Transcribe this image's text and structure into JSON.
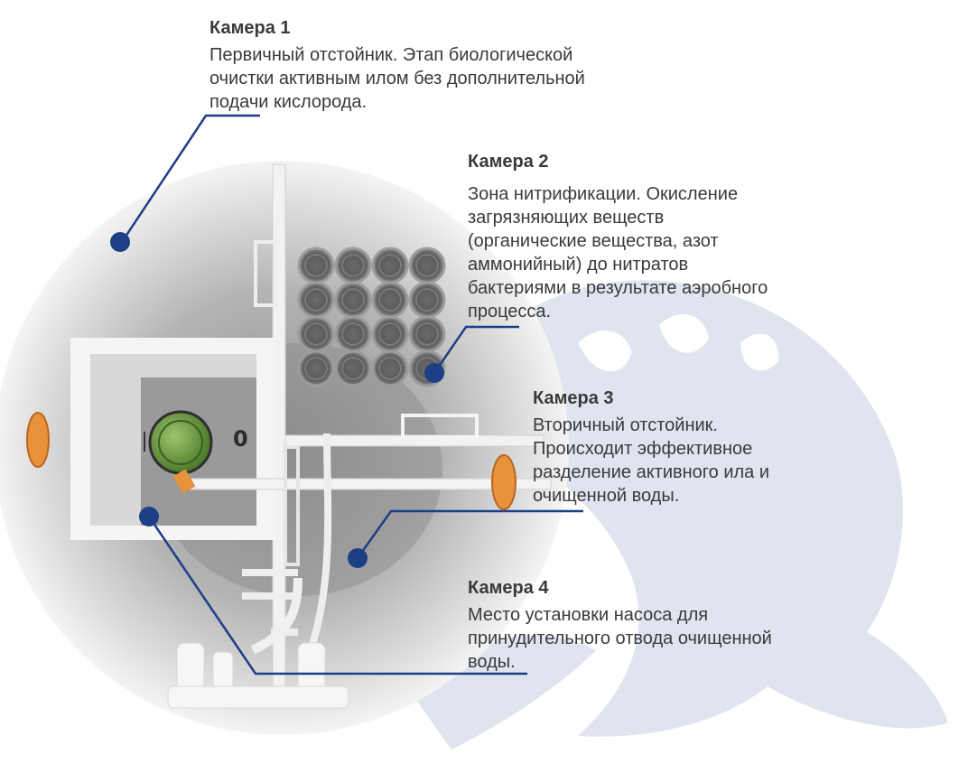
{
  "diagram": {
    "chambers": [
      {
        "title": "Камера 1",
        "description": "Первичный отстойник. Этап биологической\nочистки активным илом без дополнительной\nподачи кислорода."
      },
      {
        "title": "Камера 2",
        "description": "Зона нитрификации. Окисление\nзагрязняющих веществ\n(органические вещества, азот\nаммонийный) до нитратов\nбактериями в результате аэробного\nпроцесса."
      },
      {
        "title": "Камера 3",
        "description": "Вторичный отстойник.\nПроисходит эффективное\nразделение активного ила и\nочищенной воды."
      },
      {
        "title": "Камера 4",
        "description": "Место установки насоса для\nпринудительного отвода очищенной\nводы."
      }
    ],
    "tank_marking": "0",
    "colors": {
      "marker": "#1d3f86",
      "leader_line": "#1d3f86",
      "text": "#3a3a3a",
      "watermark": "#dfe4ef",
      "nozzle": "#e8923c",
      "pump": "#6e9e42"
    }
  }
}
